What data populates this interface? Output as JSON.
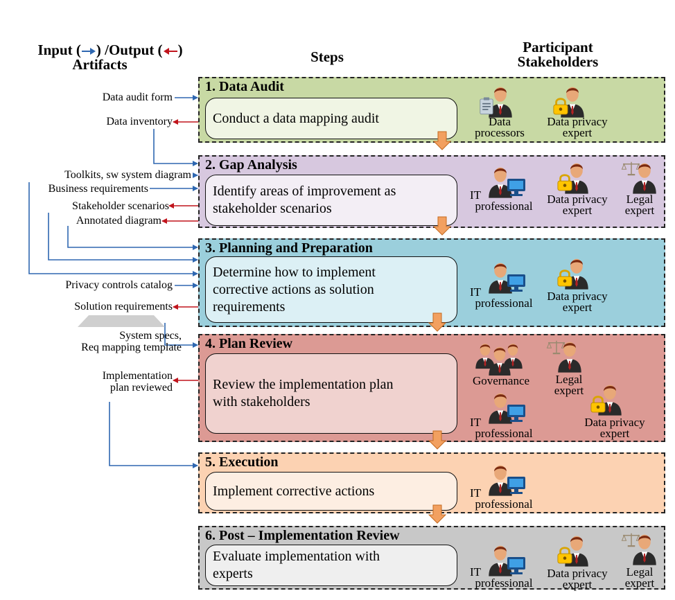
{
  "headers": {
    "artifacts_line1_a": "Input (",
    "artifacts_line1_b": ") /Output (",
    "artifacts_line1_c": ")",
    "artifacts_line2": "Artifacts",
    "steps": "Steps",
    "stakeholders_line1": "Participant",
    "stakeholders_line2": "Stakeholders"
  },
  "colors": {
    "input_arrow": "#2e67b1",
    "output_arrow": "#c0141c",
    "step_arrow": "#f2a060"
  },
  "artifacts": {
    "data_audit_form": "Data audit form",
    "data_inventory": "Data inventory",
    "toolkits": "Toolkits, sw system diagram",
    "business_requirements": "Business requirements",
    "stakeholder_scenarios": "Stakeholder scenarios",
    "annotated_diagram": "Annotated diagram",
    "privacy_controls_catalog": "Privacy controls catalog",
    "solution_requirements": "Solution requirements",
    "system_specs_line1": "System specs,",
    "system_specs_line2": "Req mapping template",
    "impl_plan_line1": "Implementation",
    "impl_plan_line2": "plan reviewed"
  },
  "stages": [
    {
      "title": "1. Data Audit",
      "bg": "#c8d9a4",
      "box_bg": "#f0f5e4",
      "text": [
        "Conduct a data mapping audit"
      ],
      "stakeholders": [
        {
          "icon": "data-processor-icon",
          "lines": [
            "Data",
            "processors"
          ]
        },
        {
          "icon": "data-privacy-expert-icon",
          "lines": [
            "Data privacy",
            "expert"
          ]
        }
      ]
    },
    {
      "title": "2. Gap Analysis",
      "bg": "#d7c8df",
      "box_bg": "#f3eef5",
      "text": [
        "Identify areas of improvement as",
        "stakeholder scenarios"
      ],
      "stakeholders": [
        {
          "icon": "it-professional-icon",
          "lines": [
            "IT",
            "professional"
          ]
        },
        {
          "icon": "data-privacy-expert-icon",
          "lines": [
            "Data privacy",
            "expert"
          ]
        },
        {
          "icon": "legal-expert-icon",
          "lines": [
            "Legal",
            "expert"
          ]
        }
      ]
    },
    {
      "title": "3. Planning and Preparation",
      "bg": "#9bcfdc",
      "box_bg": "#dcf0f5",
      "text": [
        "Determine how to implement",
        "corrective actions as solution",
        "requirements"
      ],
      "stakeholders": [
        {
          "icon": "it-professional-icon",
          "lines": [
            "IT",
            "professional"
          ]
        },
        {
          "icon": "data-privacy-expert-icon",
          "lines": [
            "Data privacy",
            "expert"
          ]
        }
      ]
    },
    {
      "title": "4. Plan Review",
      "bg": "#dc9a94",
      "box_bg": "#f0d2cf",
      "text": [
        "Review the implementation plan",
        "with stakeholders"
      ],
      "stakeholders": [
        {
          "icon": "governance-icon",
          "lines": [
            "Governance"
          ]
        },
        {
          "icon": "legal-expert-icon",
          "lines": [
            "Legal",
            "expert"
          ]
        },
        {
          "icon": "it-professional-icon",
          "lines": [
            "IT",
            "professional"
          ]
        },
        {
          "icon": "data-privacy-expert-icon",
          "lines": [
            "Data privacy",
            "expert"
          ]
        }
      ]
    },
    {
      "title": "5. Execution",
      "bg": "#fcd2b2",
      "box_bg": "#fdeee2",
      "text": [
        "Implement corrective actions"
      ],
      "stakeholders": [
        {
          "icon": "it-professional-icon",
          "lines": [
            "IT",
            "professional"
          ]
        }
      ]
    },
    {
      "title": "6. Post – Implementation Review",
      "bg": "#c8c8c8",
      "box_bg": "#efefef",
      "text": [
        "Evaluate implementation with",
        "experts"
      ],
      "stakeholders": [
        {
          "icon": "it-professional-icon",
          "lines": [
            "IT",
            "professional"
          ]
        },
        {
          "icon": "data-privacy-expert-icon",
          "lines": [
            "Data privacy",
            "expert"
          ]
        },
        {
          "icon": "legal-expert-icon",
          "lines": [
            "Legal",
            "expert"
          ]
        }
      ]
    }
  ]
}
